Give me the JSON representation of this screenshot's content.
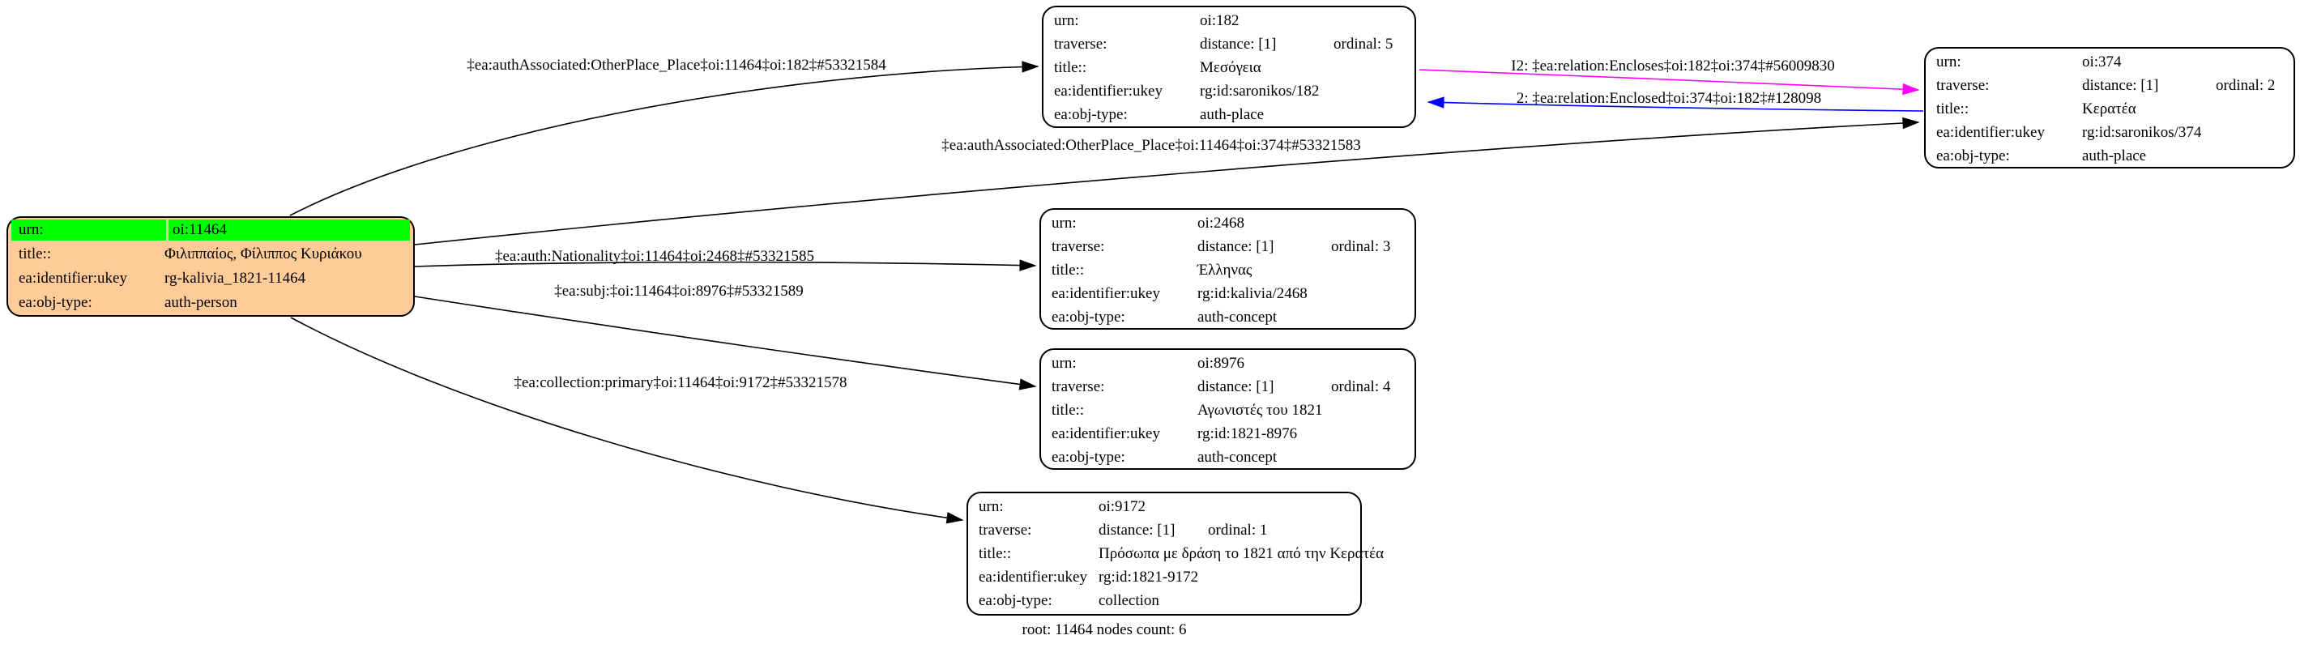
{
  "graph": {
    "footer_label": "root: 11464 nodes count: 6"
  },
  "colors": {
    "root_fill": "#ffcc99",
    "highlight_row": "#00ff00",
    "edge_default": "#000000",
    "edge_encloses": "#ff00ff",
    "edge_enclosed": "#0000ff"
  },
  "nodes": {
    "root": {
      "rows": [
        {
          "k": "urn:",
          "v": "oi:11464"
        },
        {
          "k": "title::",
          "v": "Φιλιππαίος, Φίλιππος Κυριάκου"
        },
        {
          "k": "ea:identifier:ukey",
          "v": "rg-kalivia_1821-11464"
        },
        {
          "k": "ea:obj-type:",
          "v": "auth-person"
        }
      ]
    },
    "oi182": {
      "rows": [
        {
          "k": "urn:",
          "v": "oi:182"
        },
        {
          "k": "traverse:",
          "v": "distance: [1]",
          "v2": "ordinal: 5"
        },
        {
          "k": "title::",
          "v": "Μεσόγεια"
        },
        {
          "k": "ea:identifier:ukey",
          "v": "rg:id:saronikos/182"
        },
        {
          "k": "ea:obj-type:",
          "v": "auth-place"
        }
      ]
    },
    "oi374": {
      "rows": [
        {
          "k": "urn:",
          "v": "oi:374"
        },
        {
          "k": "traverse:",
          "v": "distance: [1]",
          "v2": "ordinal: 2"
        },
        {
          "k": "title::",
          "v": "Κερατέα"
        },
        {
          "k": "ea:identifier:ukey",
          "v": "rg:id:saronikos/374"
        },
        {
          "k": "ea:obj-type:",
          "v": "auth-place"
        }
      ]
    },
    "oi2468": {
      "rows": [
        {
          "k": "urn:",
          "v": "oi:2468"
        },
        {
          "k": "traverse:",
          "v": "distance: [1]",
          "v2": "ordinal: 3"
        },
        {
          "k": "title::",
          "v": "Έλληνας"
        },
        {
          "k": "ea:identifier:ukey",
          "v": "rg:id:kalivia/2468"
        },
        {
          "k": "ea:obj-type:",
          "v": "auth-concept"
        }
      ]
    },
    "oi8976": {
      "rows": [
        {
          "k": "urn:",
          "v": "oi:8976"
        },
        {
          "k": "traverse:",
          "v": "distance: [1]",
          "v2": "ordinal: 4"
        },
        {
          "k": "title::",
          "v": "Αγωνιστές του 1821"
        },
        {
          "k": "ea:identifier:ukey",
          "v": "rg:id:1821-8976"
        },
        {
          "k": "ea:obj-type:",
          "v": "auth-concept"
        }
      ]
    },
    "oi9172": {
      "rows": [
        {
          "k": "urn:",
          "v": "oi:9172"
        },
        {
          "k": "traverse:",
          "v": "distance: [1]",
          "v2": "ordinal: 1"
        },
        {
          "k": "title::",
          "v": "Πρόσωπα με δράση το 1821 από την Κερατέα"
        },
        {
          "k": "ea:identifier:ukey",
          "v": "rg:id:1821-9172"
        },
        {
          "k": "ea:obj-type:",
          "v": "collection"
        }
      ]
    }
  },
  "edges": {
    "root_to_182": {
      "label": "‡ea:authAssociated:OtherPlace_Place‡oi:11464‡oi:182‡#53321584",
      "color": "#000000"
    },
    "root_to_374": {
      "label": "‡ea:authAssociated:OtherPlace_Place‡oi:11464‡oi:374‡#53321583",
      "color": "#000000"
    },
    "encloses_182_374": {
      "label": "I2: ‡ea:relation:Encloses‡oi:182‡oi:374‡#56009830",
      "color": "#ff00ff"
    },
    "enclosed_374_182": {
      "label": "2: ‡ea:relation:Enclosed‡oi:374‡oi:182‡#128098",
      "color": "#0000ff"
    },
    "root_to_2468": {
      "label": "‡ea:auth:Nationality‡oi:11464‡oi:2468‡#53321585",
      "color": "#000000"
    },
    "root_to_8976": {
      "label": "‡ea:subj:‡oi:11464‡oi:8976‡#53321589",
      "color": "#000000"
    },
    "root_to_9172": {
      "label": "‡ea:collection:primary‡oi:11464‡oi:9172‡#53321578",
      "color": "#000000"
    }
  }
}
